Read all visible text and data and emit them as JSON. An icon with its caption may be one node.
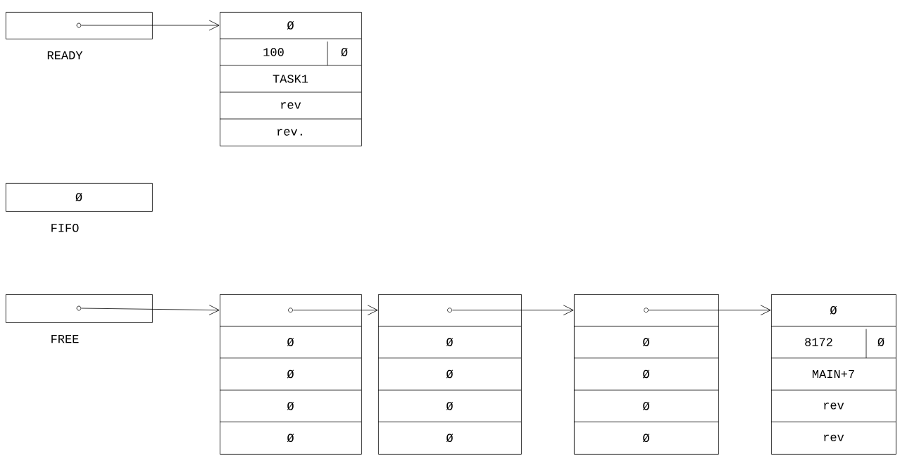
{
  "diagram": {
    "nodes": [
      {
        "text": [
          "READY"
        ]
      },
      {
        "text": [
          "Ø",
          "100",
          "Ø",
          "TASK1",
          "rev",
          "rev."
        ]
      },
      {
        "text": [
          "Ø",
          "FIFO"
        ]
      },
      {
        "text": [
          "FREE"
        ]
      },
      {
        "text": [
          "Ø",
          "Ø",
          "Ø",
          "Ø"
        ]
      },
      {
        "text": [
          "Ø",
          "Ø",
          "Ø",
          "Ø"
        ]
      },
      {
        "text": [
          "Ø",
          "Ø",
          "Ø",
          "Ø"
        ]
      },
      {
        "text": [
          "Ø",
          "8172",
          "Ø",
          "MAIN+7",
          "rev",
          "rev"
        ]
      }
    ],
    "edges": [
      {
        "from": 0,
        "to": 1,
        "arrow": "to"
      },
      {
        "from": 3,
        "to": 4,
        "arrow": "to"
      },
      {
        "from": 4,
        "to": 5,
        "arrow": "to"
      },
      {
        "from": 5,
        "to": 6,
        "arrow": "to"
      },
      {
        "from": 6,
        "to": 7,
        "arrow": "to"
      }
    ]
  }
}
